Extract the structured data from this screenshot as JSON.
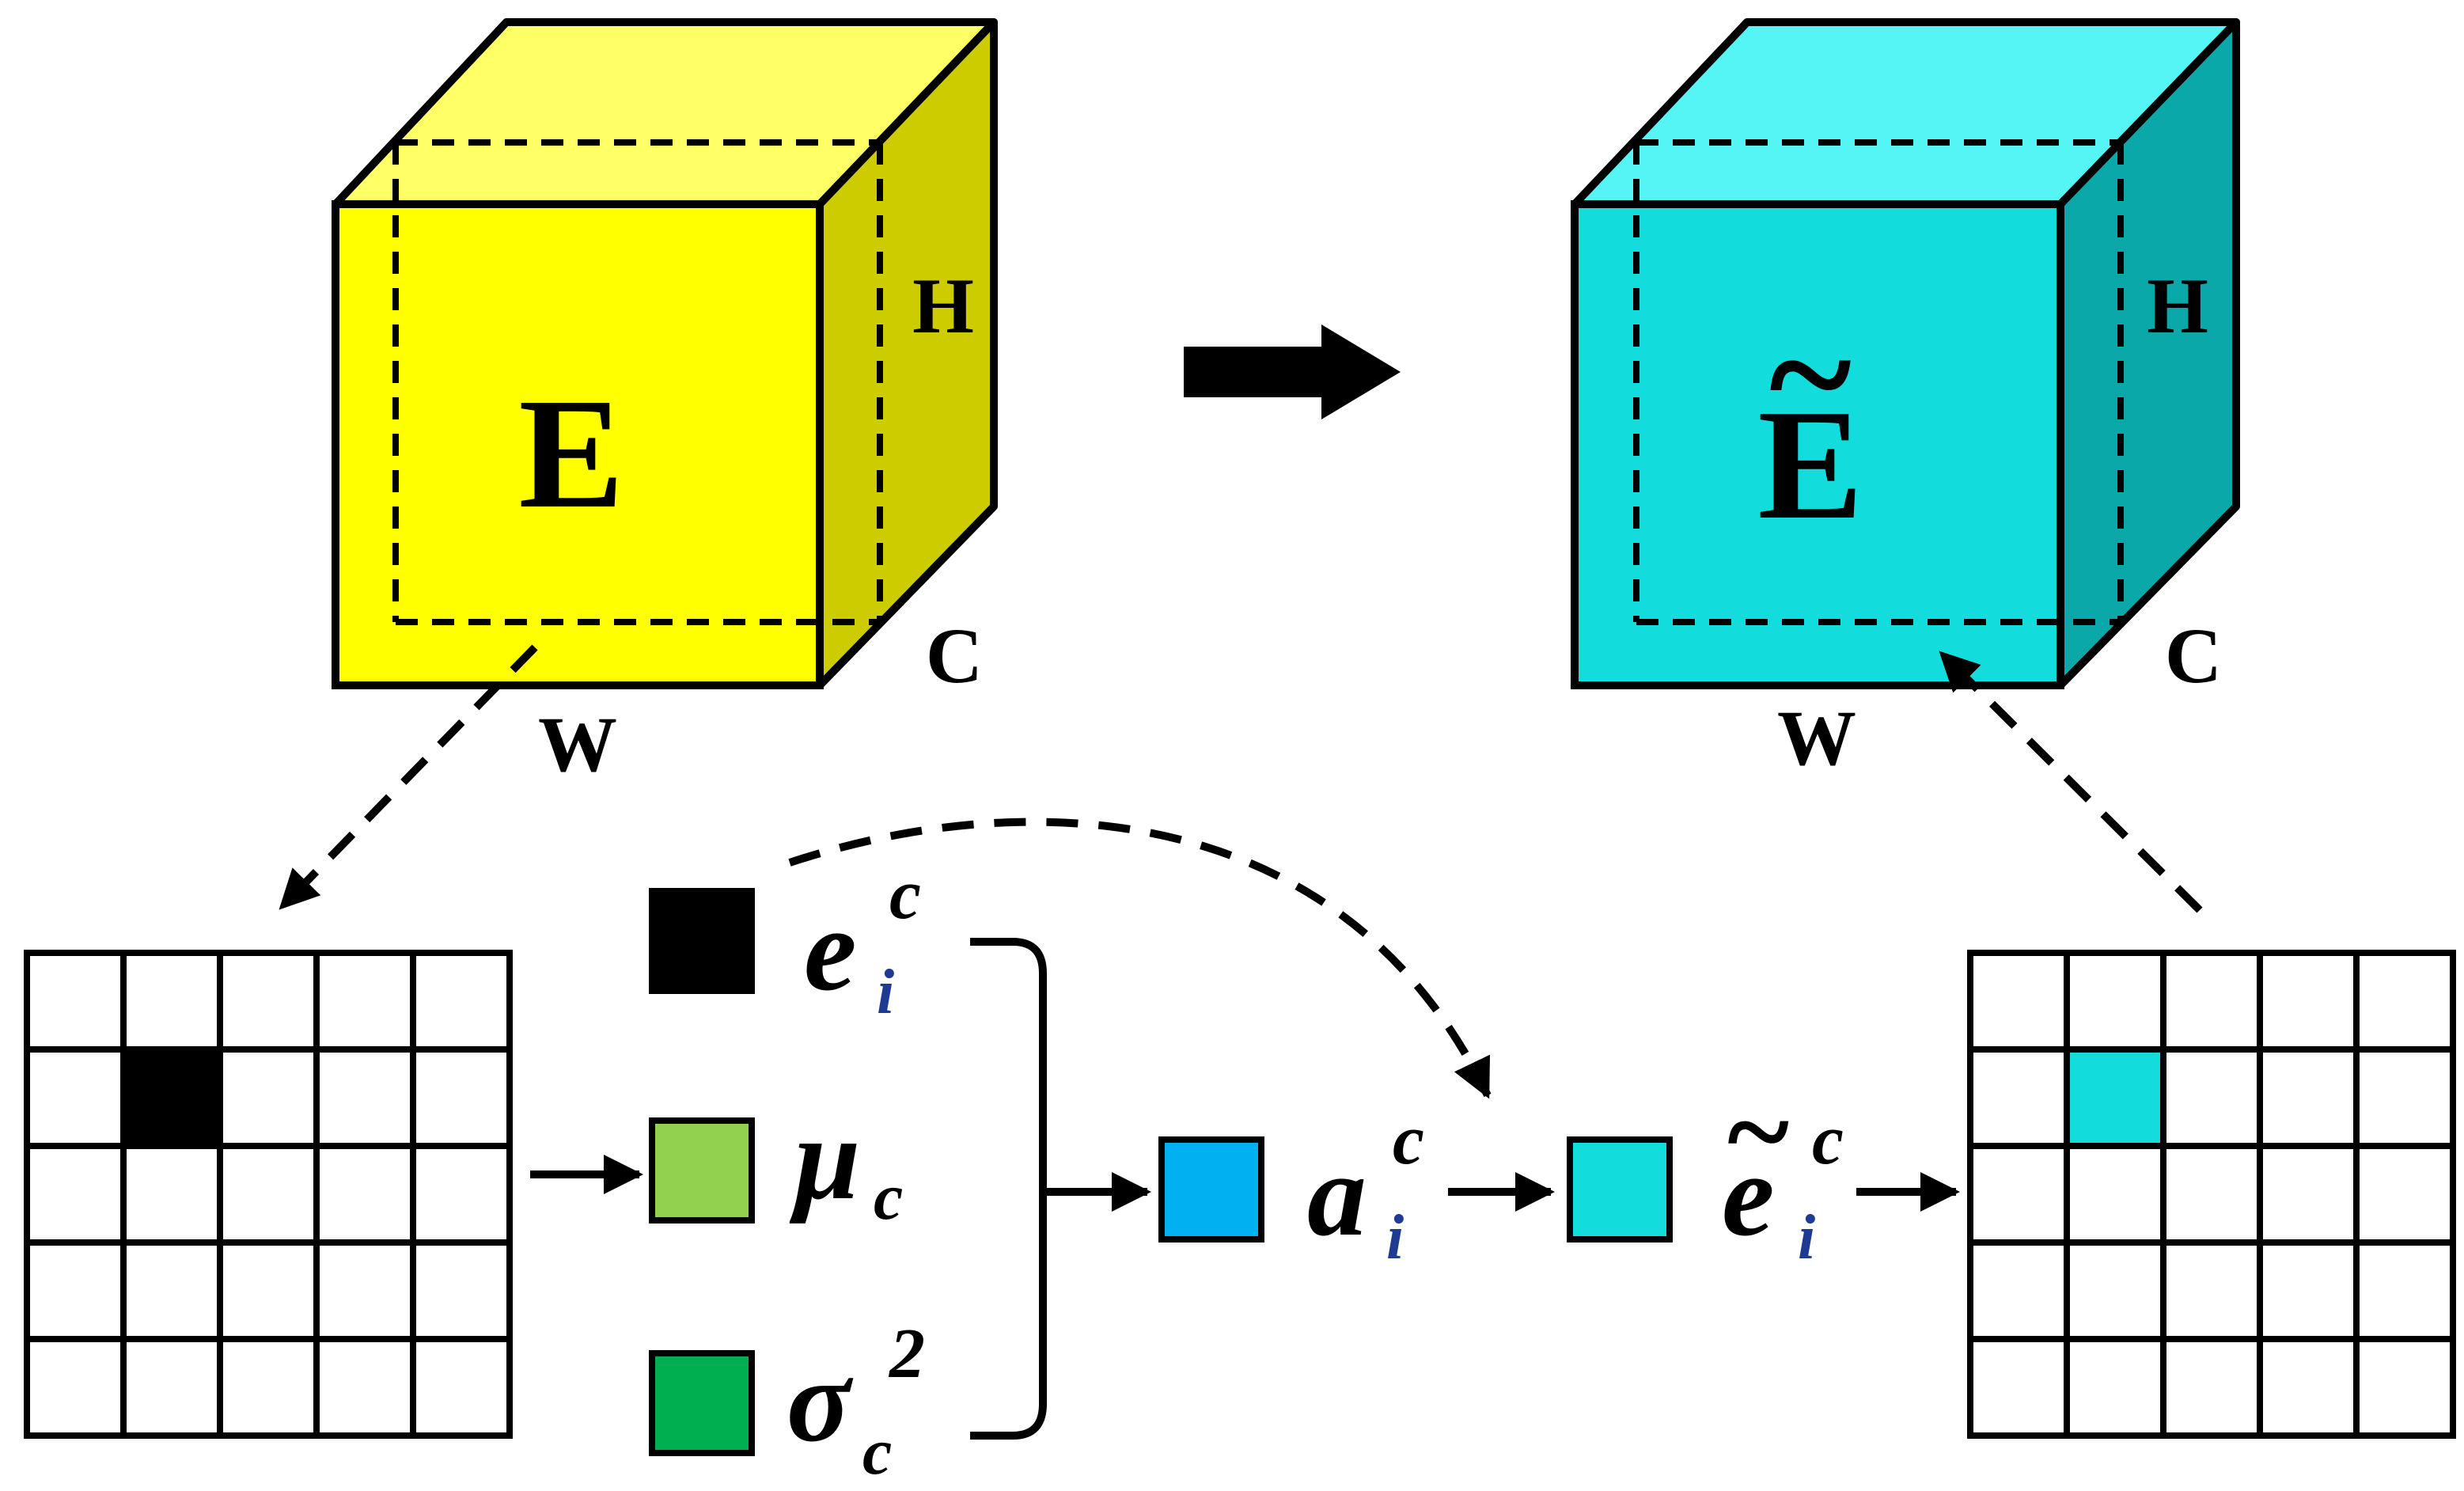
{
  "colors": {
    "input_front": "#ffff00",
    "input_top": "#ffff66",
    "input_side": "#cccc00",
    "output_front": "#12dcdc",
    "output_top": "#55f5f5",
    "output_side": "#0aa8a8",
    "input_pixel": "#000000",
    "mean": "#92d050",
    "variance": "#00b050",
    "attention": "#00b0f0",
    "output_pixel": "#12dcdc"
  },
  "input_cube": {
    "label": "E",
    "height_label": "H",
    "channel_label": "C",
    "width_label": "W"
  },
  "output_cube": {
    "label": "E",
    "accent": "~",
    "height_label": "H",
    "channel_label": "C",
    "width_label": "W"
  },
  "symbols": {
    "e_base": "e",
    "e_sup": "c",
    "e_sub": "i",
    "mu_base": "μ",
    "mu_sub": "c",
    "sigma_base": "σ",
    "sigma_sup": "2",
    "sigma_sub": "c",
    "a_base": "a",
    "a_sup": "c",
    "a_sub": "i",
    "et_base": "e",
    "et_accent": "~",
    "et_sup": "c",
    "et_sub": "i"
  },
  "grids": {
    "rows": 5,
    "cols": 5,
    "input_highlight": {
      "row": 2,
      "col": 2
    },
    "output_highlight": {
      "row": 2,
      "col": 2
    }
  },
  "icons": [
    "block-arrow-right-icon",
    "arrow-right-icon",
    "dashed-arrow-icon",
    "right-bracket-icon"
  ]
}
